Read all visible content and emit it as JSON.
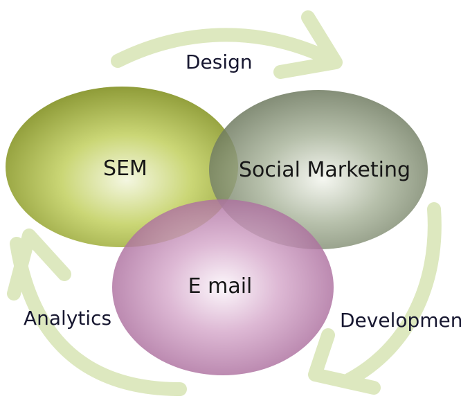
{
  "diagram": {
    "circles": {
      "sem": {
        "label": "SEM",
        "color": "#7a8a1f"
      },
      "social": {
        "label": "Social Marketing",
        "color": "#5f6b50"
      },
      "email": {
        "label": "E mail",
        "color": "#a35f94"
      }
    },
    "process_steps": {
      "design": "Design",
      "development": "Development",
      "analytics": "Analytics"
    },
    "arrow_color": "#dde8bf"
  }
}
